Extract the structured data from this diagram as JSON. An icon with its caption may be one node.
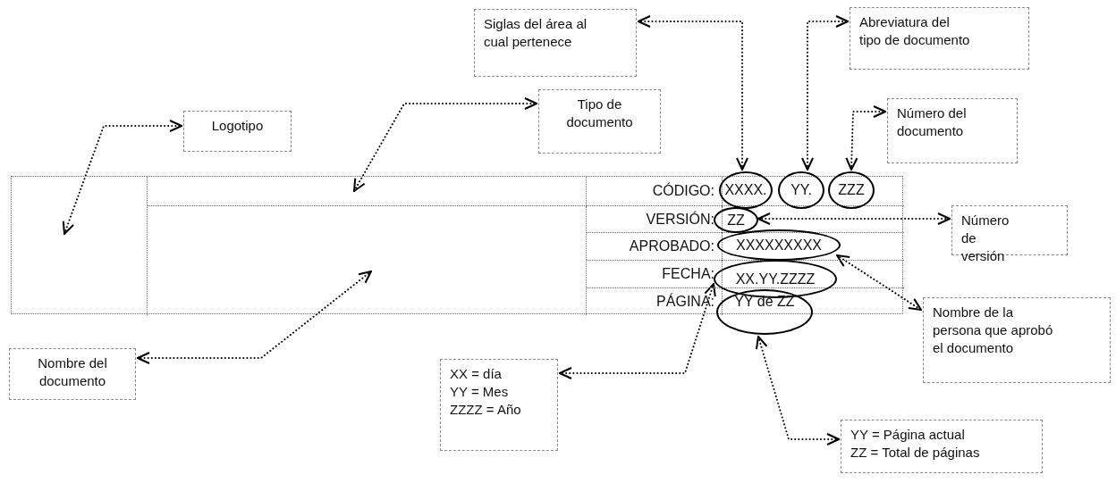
{
  "diagram": {
    "nodes": [
      {
        "text": [
          "Siglas del área al cual pertenece"
        ]
      },
      {
        "text": [
          "Abreviatura del tipo de documento"
        ]
      },
      {
        "text": [
          "Logotipo"
        ]
      },
      {
        "text": [
          "Tipo de documento"
        ]
      },
      {
        "text": [
          "Número del documento"
        ]
      },
      {
        "text": [],
        "shape": "box"
      },
      {
        "text": [],
        "shape": "box",
        "in": 5
      },
      {
        "text": [],
        "shape": "box",
        "in": 5
      },
      {
        "text": [],
        "shape": "box",
        "in": 5
      },
      {
        "text": [
          "XXXX."
        ]
      },
      {
        "text": [
          "YY."
        ]
      },
      {
        "text": [
          "ZZZ"
        ]
      },
      {
        "text": [
          "Número de versión"
        ]
      },
      {
        "text": [
          "ZZ"
        ],
        "in": 5
      },
      {
        "text": [
          "XXXXXXXXX"
        ],
        "in": 5
      },
      {
        "text": [
          "XX.YY.ZZZZ"
        ],
        "in": 5
      },
      {
        "text": [
          "YY de ZZ"
        ]
      },
      {
        "text": [
          "Nombre de la persona que aprobó el documento"
        ]
      },
      {
        "text": [
          "Nombre del documento"
        ]
      },
      {
        "text": [
          "XX = día",
          "YY = Mes",
          "ZZZZ = Año"
        ]
      },
      {
        "text": [
          "YY = Página actual",
          "ZZ = Total de páginas"
        ]
      }
    ],
    "edges": [
      {
        "from": 6,
        "to": 2,
        "arrow": "both"
      },
      {
        "from": 7,
        "to": 3,
        "arrow": "both"
      },
      {
        "from": 9,
        "to": 0,
        "arrow": "both"
      },
      {
        "from": 10,
        "to": 1,
        "arrow": "both"
      },
      {
        "from": 11,
        "to": 4,
        "arrow": "both"
      },
      {
        "from": 13,
        "to": 12,
        "arrow": "both"
      },
      {
        "from": 14,
        "to": 17,
        "arrow": "both"
      },
      {
        "from": 8,
        "to": 18,
        "arrow": "both"
      },
      {
        "from": 15,
        "to": 19,
        "arrow": "both"
      },
      {
        "from": 16,
        "to": 20,
        "arrow": "both"
      }
    ],
    "labels": [
      "CÓDIGO:",
      "VERSIÓN:",
      "APROBADO:",
      "FECHA:",
      "PÁGINA:"
    ]
  }
}
